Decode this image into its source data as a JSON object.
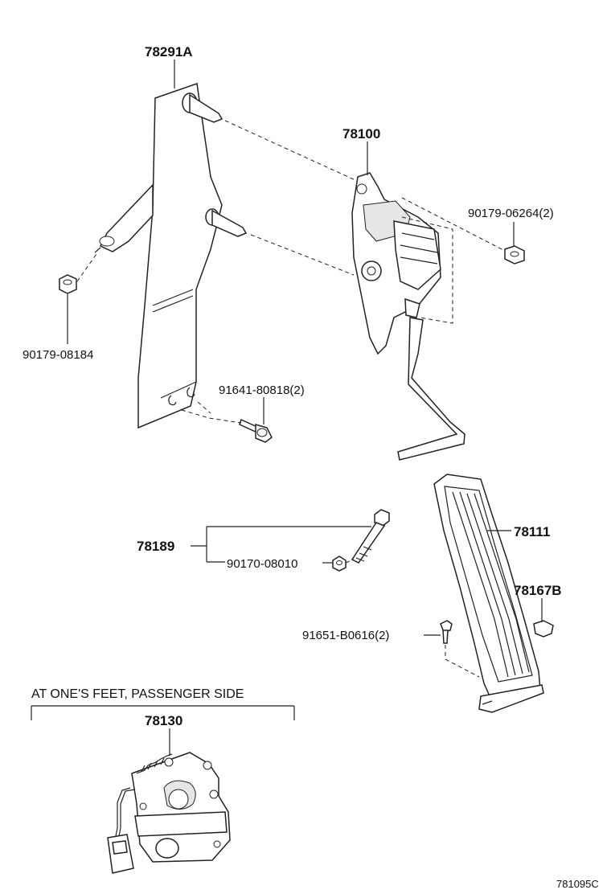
{
  "parts": {
    "p78291A": "78291A",
    "p78100": "78100",
    "p90179_06264": "90179-06264(2)",
    "p90179_08184": "90179-08184",
    "p91641_80818": "91641-80818(2)",
    "p78189": "78189",
    "p90170_08010": "90170-08010",
    "p78111": "78111",
    "p78167B": "78167B",
    "p91651_B0616": "91651-B0616(2)",
    "p78130": "78130"
  },
  "section_caption": "AT ONE'S FEET, PASSENGER SIDE",
  "figure_ref": "781095C"
}
